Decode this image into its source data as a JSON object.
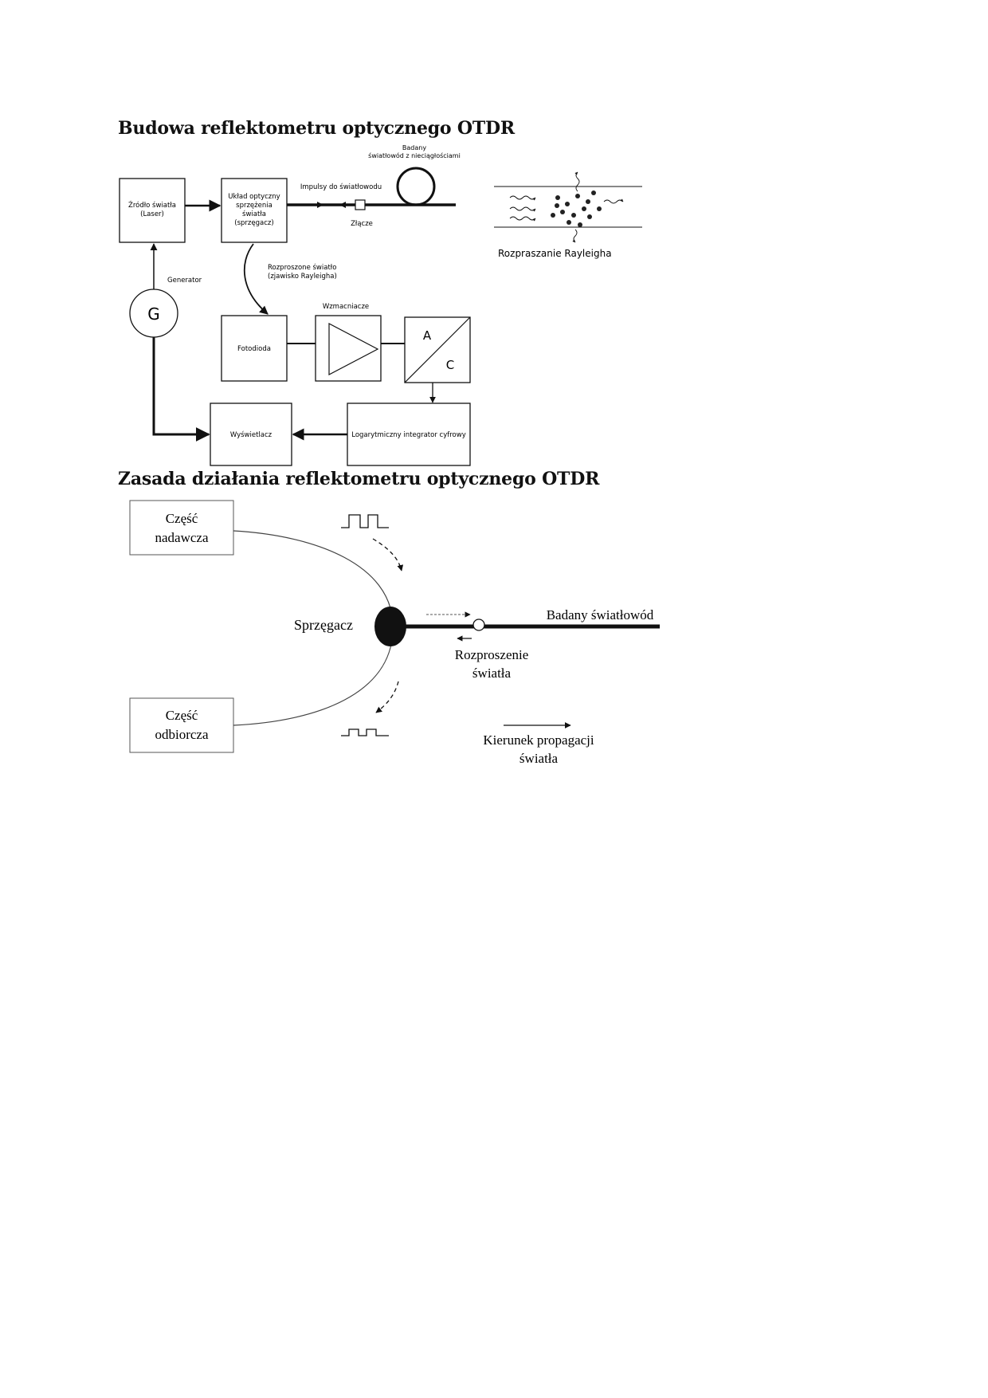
{
  "section1": {
    "title": "Budowa reflektometru optycznego OTDR",
    "blocks": {
      "source_line1": "Źródło światła",
      "source_line2": "(Laser)",
      "coupler_line1": "Układ optyczny",
      "coupler_line2": "sprzężenia",
      "coupler_line3": "światła",
      "coupler_line4": "(sprzęgacz)",
      "generator_letter": "G",
      "photodiode": "Fotodioda",
      "converter_a": "A",
      "converter_c": "C",
      "integrator": "Logarytmiczny integrator cyfrowy",
      "display": "Wyświetlacz"
    },
    "labels": {
      "pulses": "Impulsy do światłowodu",
      "connector": "Złącze",
      "tested_line1": "Badany",
      "tested_line2": "światłowód z nieciągłościami",
      "scattered_line1": "Rozproszone światło",
      "scattered_line2": "(zjawisko Rayleigha)",
      "generator": "Generator",
      "amplifiers": "Wzmacniacze",
      "rayleigh": "Rozpraszanie Rayleigha"
    }
  },
  "section2": {
    "title": "Zasada działania reflektometru optycznego OTDR",
    "labels": {
      "transmitter_line1": "Część",
      "transmitter_line2": "nadawcza",
      "receiver_line1": "Część",
      "receiver_line2": "odbiorcza",
      "coupler": "Sprzęgacz",
      "tested_fiber": "Badany światłowód",
      "scattering_line1": "Rozproszenie",
      "scattering_line2": "światła",
      "propagation_line1": "Kierunek propagacji",
      "propagation_line2": "światła"
    }
  }
}
